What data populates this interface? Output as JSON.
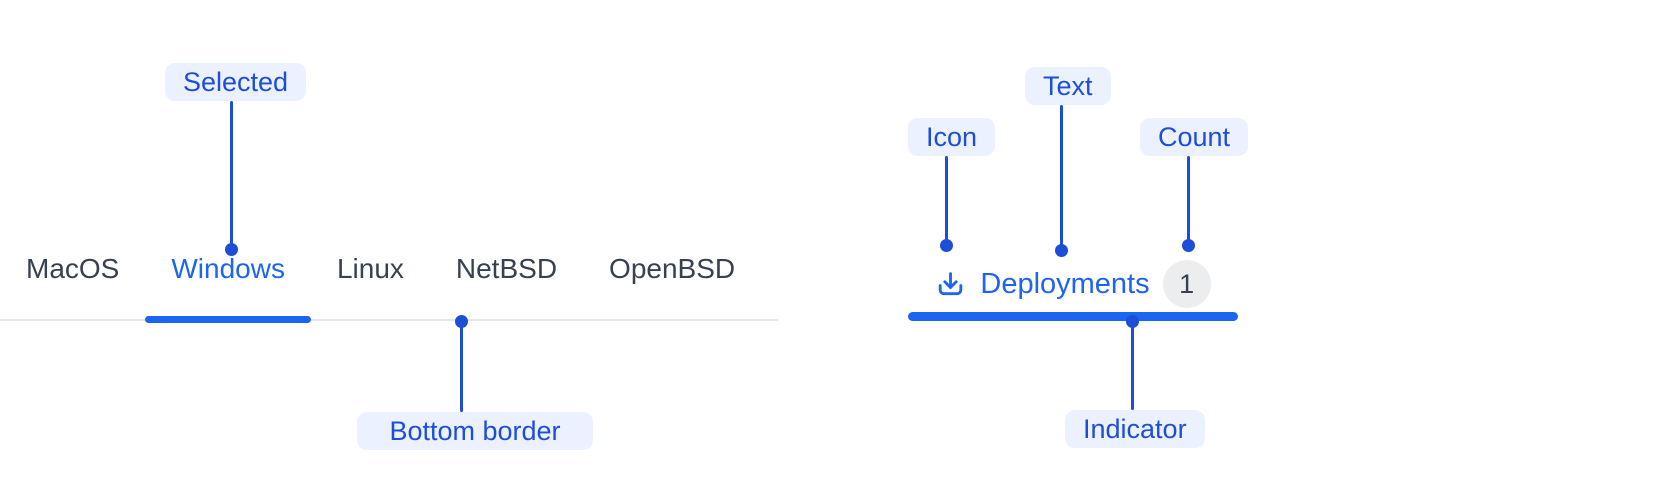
{
  "colors": {
    "component-blue": "#1C64F2",
    "annotation-blue": "#1D4ED8",
    "annotation-pill-bg": "#EBF1FE",
    "tab-text": "#374151",
    "border-gray": "#E4E6EA",
    "badge-bg": "#ECEDEF",
    "badge-text": "#374151",
    "background": "#FFFFFF"
  },
  "annotations": {
    "selected": {
      "label": "Selected"
    },
    "bottom_border": {
      "label": "Bottom border"
    },
    "icon": {
      "label": "Icon"
    },
    "text": {
      "label": "Text"
    },
    "count": {
      "label": "Count"
    },
    "indicator": {
      "label": "Indicator"
    }
  },
  "os_tabs": {
    "items": [
      {
        "label": "MacOS",
        "selected": false
      },
      {
        "label": "Windows",
        "selected": true
      },
      {
        "label": "Linux",
        "selected": false
      },
      {
        "label": "NetBSD",
        "selected": false
      },
      {
        "label": "OpenBSD",
        "selected": false
      }
    ]
  },
  "deployments_tab": {
    "icon": "download-icon",
    "label": "Deployments",
    "count": "1"
  }
}
